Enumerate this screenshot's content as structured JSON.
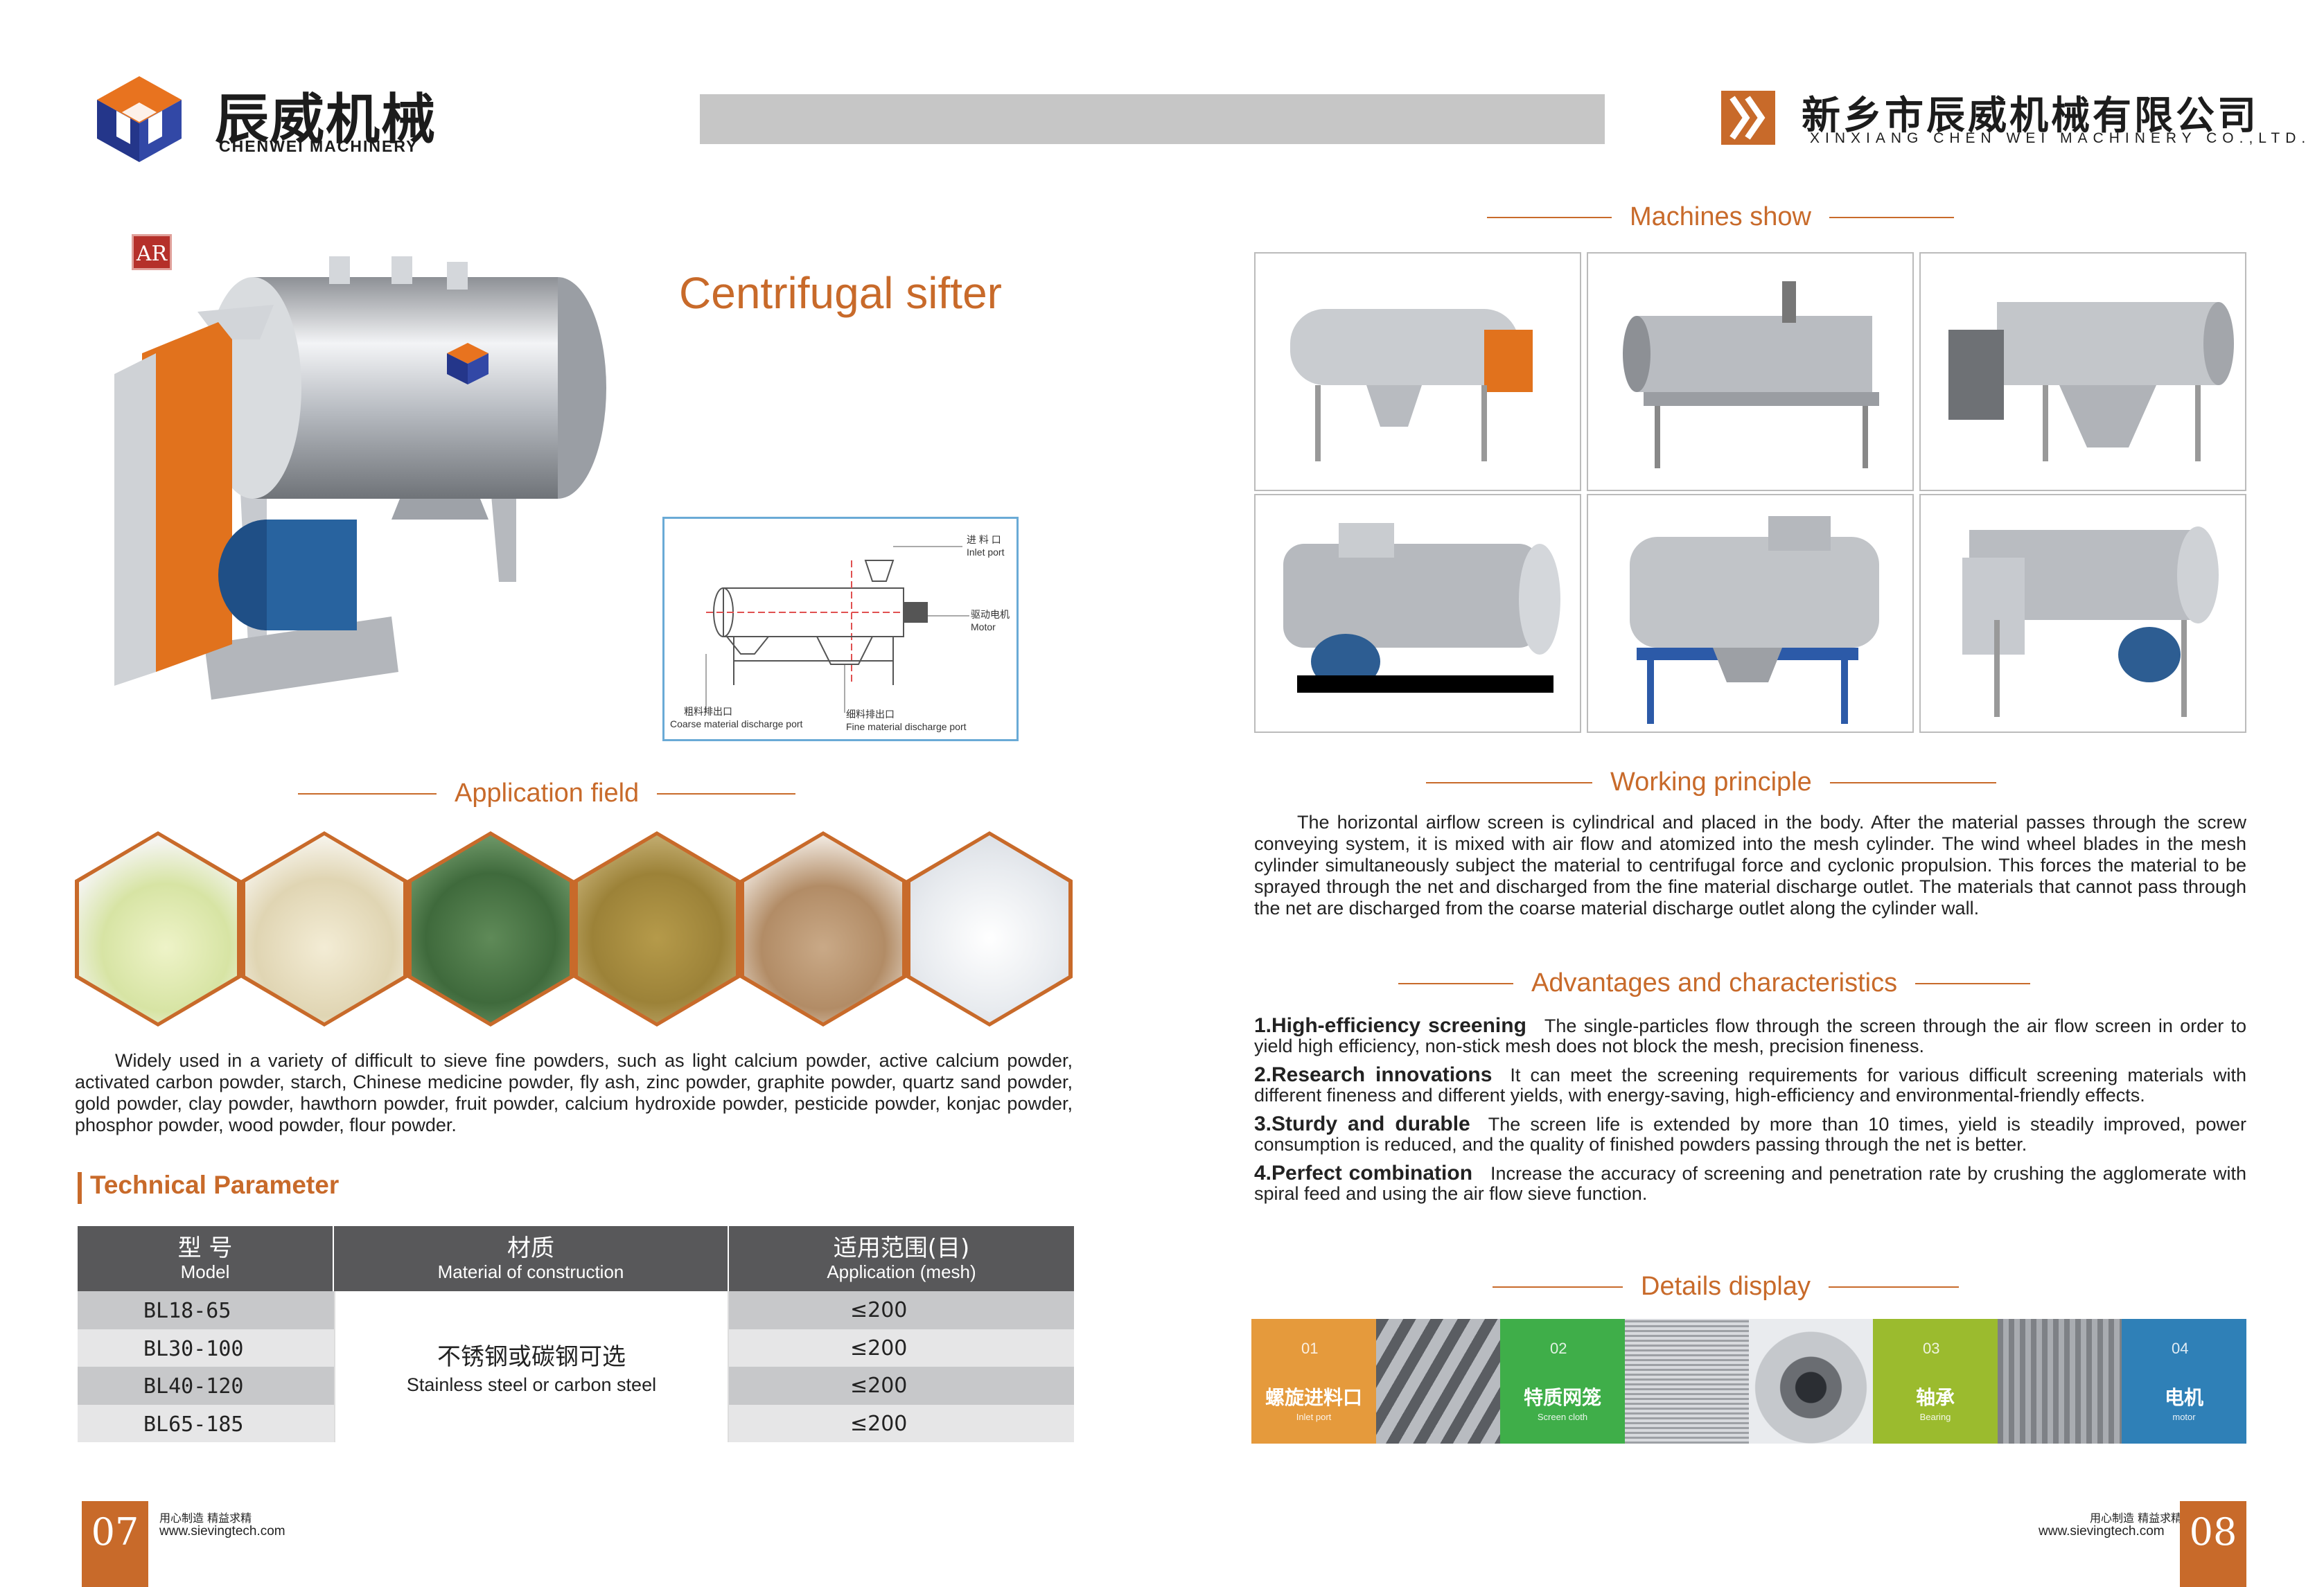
{
  "left_page": {
    "brand": {
      "cn": "辰威机械",
      "en": "CHENWEI MACHINERY"
    },
    "ar_badge": "AR",
    "title": "Centrifugal sifter",
    "diagram": {
      "inlet_cn": "进 料 口",
      "inlet_en": "Inlet port",
      "motor_cn": "驱动电机",
      "motor_en": "Motor",
      "coarse_cn": "粗料排出口",
      "coarse_en": "Coarse material discharge port",
      "fine_cn": "细料排出口",
      "fine_en": "Fine material discharge port"
    },
    "application_heading": "Application field",
    "application_text": "Widely used in a variety of difficult to sieve fine powders, such as light calcium powder, active calcium powder, activated carbon powder, starch, Chinese medicine powder, fly ash, zinc powder, graphite powder, quartz sand powder, gold powder, clay powder, hawthorn powder, fruit powder, calcium hydroxide powder, pesticide powder, konjac powder, phosphor powder, wood powder, flour powder.",
    "tech_heading": "Technical Parameter",
    "table": {
      "headers": [
        {
          "cn": "型 号",
          "en": "Model"
        },
        {
          "cn": "材质",
          "en": "Material of construction"
        },
        {
          "cn": "适用范围(目)",
          "en": "Application (mesh)"
        }
      ],
      "material_cn": "不锈钢或碳钢可选",
      "material_en": "Stainless steel or carbon steel",
      "rows": [
        {
          "model": "BL18-65",
          "application": "≤200"
        },
        {
          "model": "BL30-100",
          "application": "≤200"
        },
        {
          "model": "BL40-120",
          "application": "≤200"
        },
        {
          "model": "BL65-185",
          "application": "≤200"
        }
      ]
    },
    "footer": {
      "page": "07",
      "slogan": "用心制造 精益求精",
      "url": "www.sievingtech.com"
    }
  },
  "right_page": {
    "company": {
      "cn": "新乡市辰威机械有限公司",
      "en": "XINXIANG CHEN WEI MACHINERY CO.,LTD."
    },
    "machines_heading": "Machines show",
    "working_heading": "Working  principle",
    "working_text": "The horizontal airflow screen is cylindrical and placed in the body. After the material passes through the screw conveying system, it is mixed with air flow and atomized into the mesh cylinder. The wind wheel blades in the mesh cylinder simultaneously subject the material to centrifugal force and cyclonic propulsion. This forces the material to be sprayed through the net and discharged from the fine material discharge outlet. The materials that cannot pass through the net are discharged from the coarse material discharge outlet along the cylinder wall.",
    "advantages_heading": "Advantages   and   characteristics",
    "advantages": [
      {
        "head": "1.High-efficiency screening",
        "text": "The single-particles flow through the screen through the air flow screen in order to yield high efficiency, non-stick mesh does not block the mesh, precision fineness."
      },
      {
        "head": "2.Research innovations",
        "text": "It can meet the screening requirements for various difficult screening materials with different fineness and different yields, with energy-saving, high-efficiency and environmental-friendly effects."
      },
      {
        "head": "3.Sturdy and durable",
        "text": "The screen life is extended by more than 10 times, yield is steadily improved, power consumption is reduced, and the quality of finished powders passing through the net is better."
      },
      {
        "head": "4.Perfect combination",
        "text": "Increase the accuracy of screening and penetration rate by crushing the agglomerate with spiral feed and using the air flow sieve function."
      }
    ],
    "details_heading": "Details display",
    "details": [
      {
        "num": "01",
        "cn": "螺旋进料口",
        "en": "Inlet port",
        "color": "#e59a3c"
      },
      {
        "num": "02",
        "cn": "特质网笼",
        "en": "Screen cloth",
        "color": "#3fae49"
      },
      {
        "num": "03",
        "cn": "轴承",
        "en": "Bearing",
        "color": "#9bbb2e"
      },
      {
        "num": "04",
        "cn": "电机",
        "en": "motor",
        "color": "#2f80b7"
      }
    ],
    "footer": {
      "page": "08",
      "slogan": "用心制造 精益求精",
      "url": "www.sievingtech.com"
    }
  },
  "colors": {
    "accent": "#c86a2a",
    "logo_blue": "#2a3d8f",
    "table_head": "#58585a"
  },
  "icons": [
    "chenwei-logo-icon",
    "chevron-icon"
  ]
}
